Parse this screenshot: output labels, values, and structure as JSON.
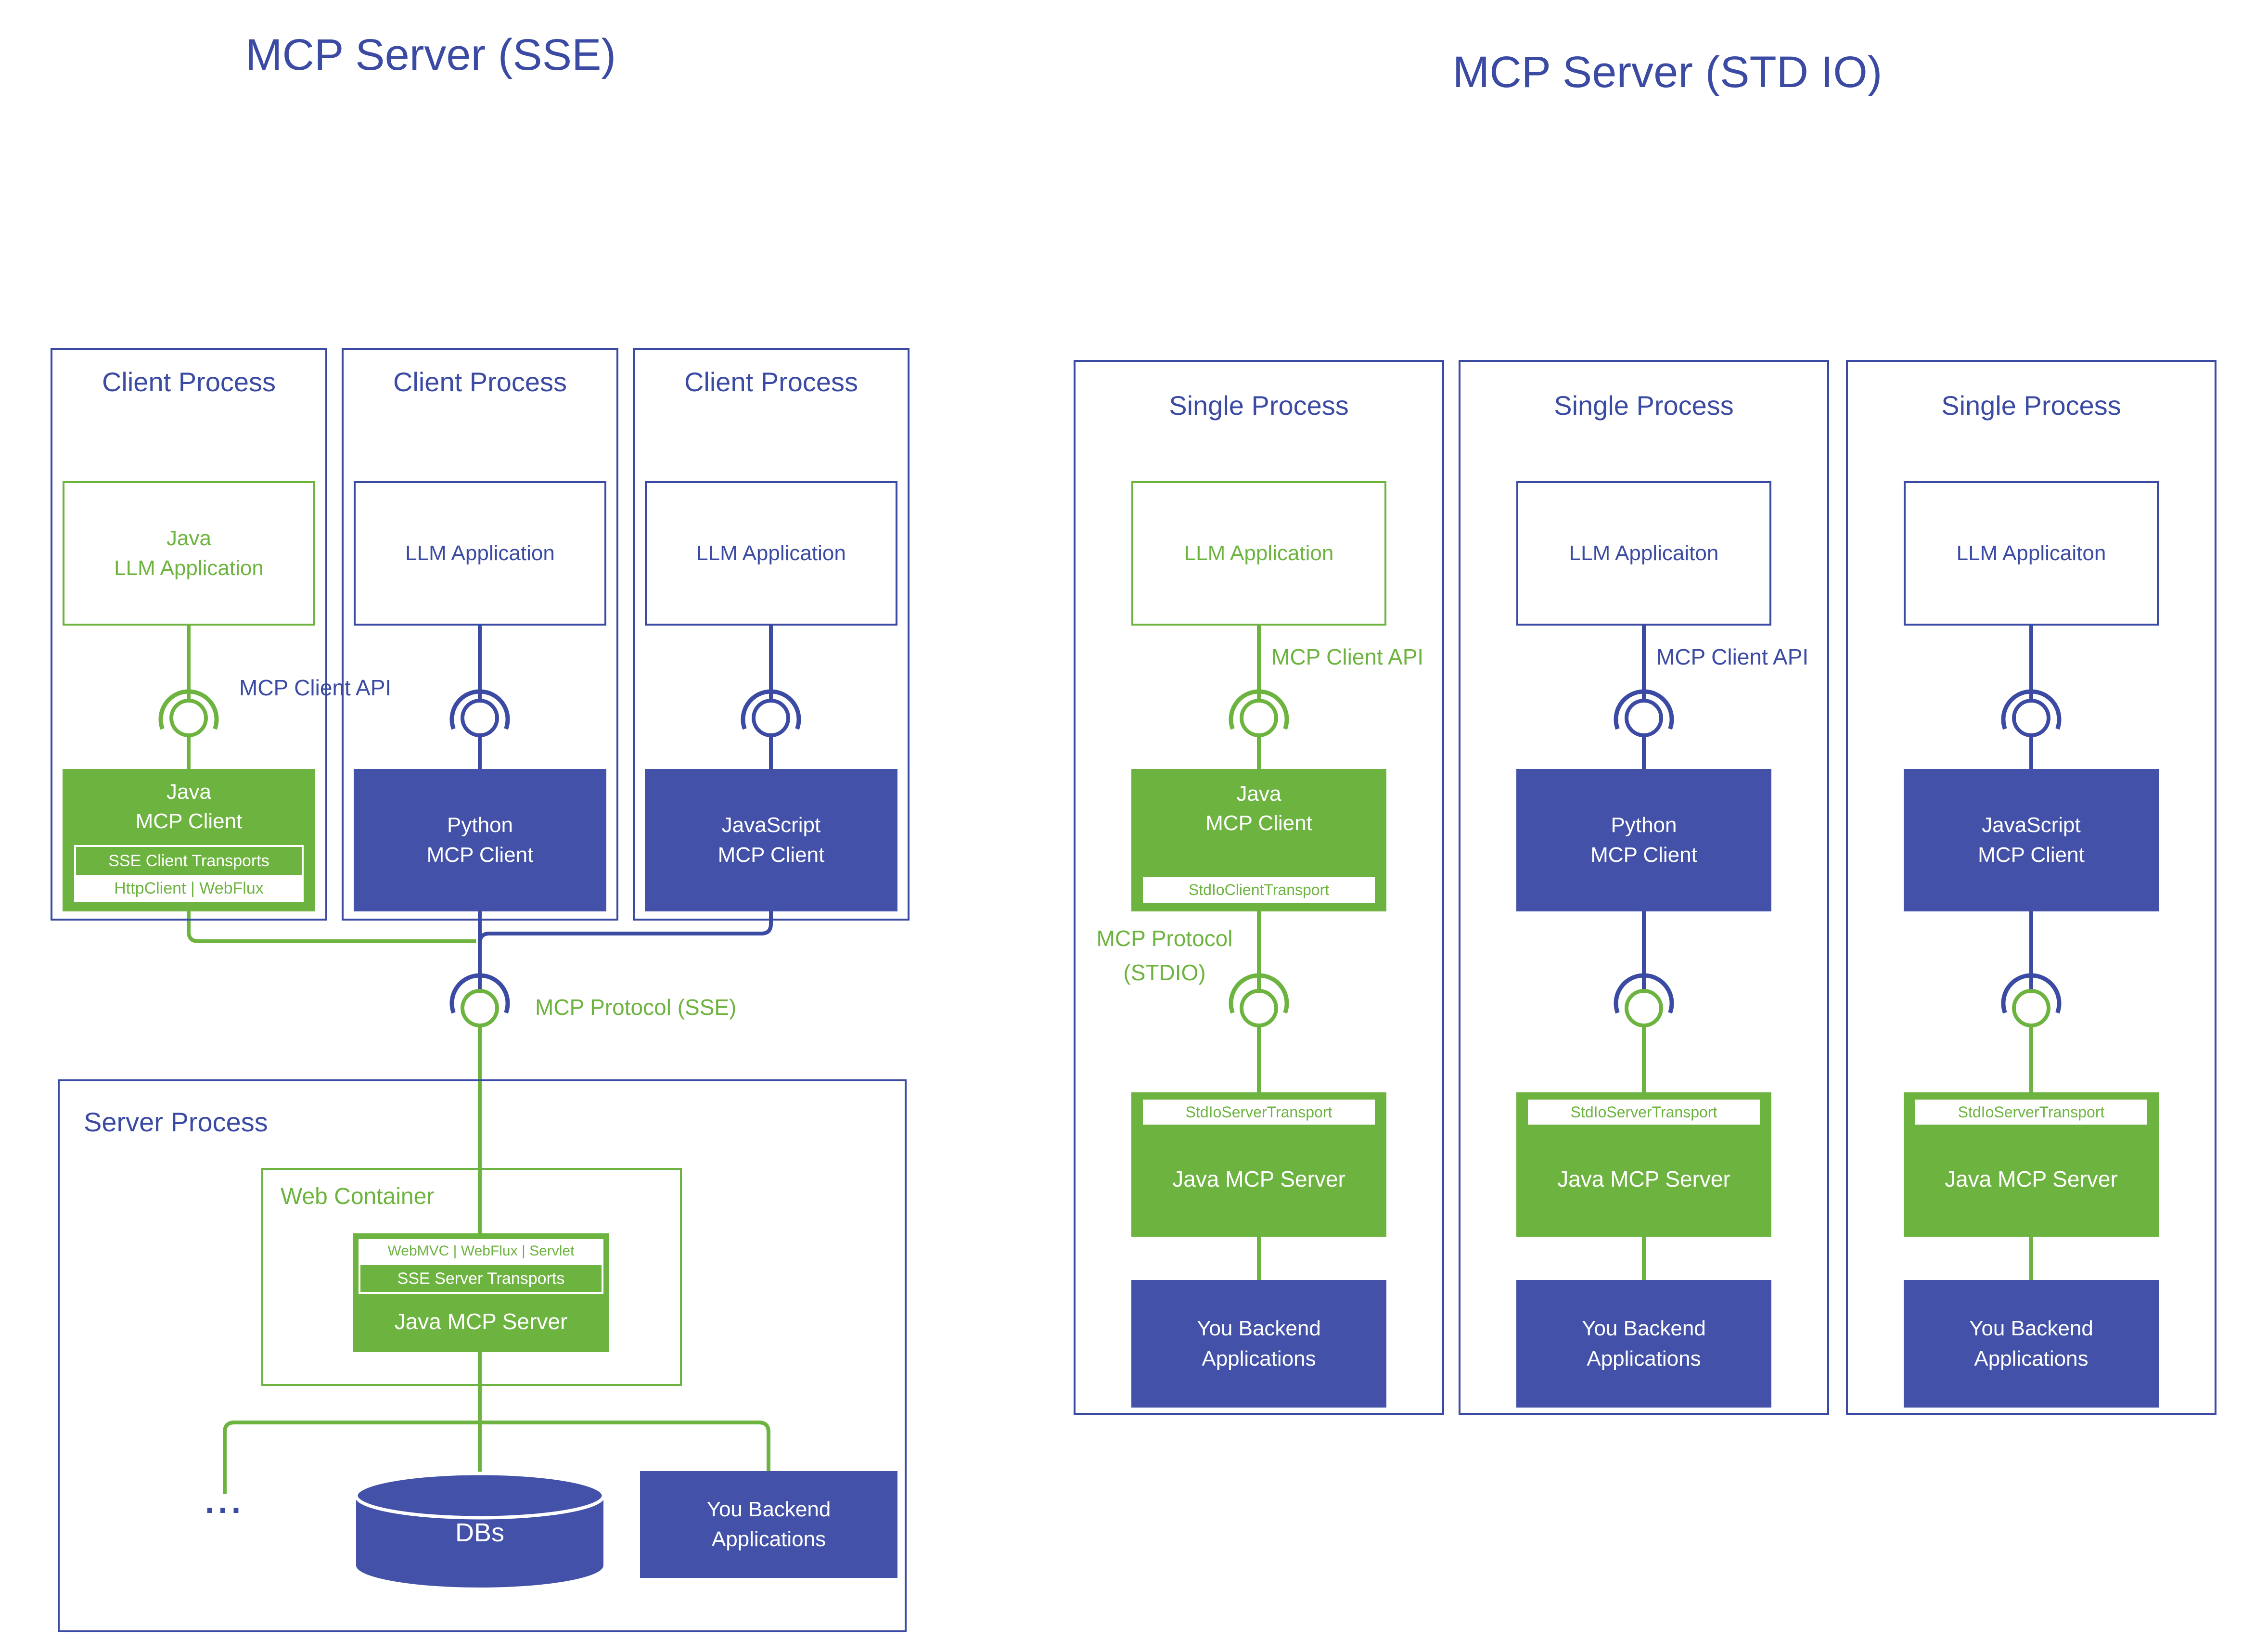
{
  "colors": {
    "green": "#6db33f",
    "blue_fill": "#4352a8",
    "blue_line": "#3b4ba3",
    "white": "#ffffff"
  },
  "sse": {
    "title": "MCP Server (SSE)",
    "client_api_label": "MCP Client API",
    "protocol_label": "MCP Protocol (SSE)",
    "clients": [
      {
        "title": "Client Process",
        "app_line1": "Java",
        "app_line2": "LLM Application",
        "client_line1": "Java",
        "client_line2": "MCP Client",
        "bar1": "SSE Client Transports",
        "bar2": "HttpClient | WebFlux"
      },
      {
        "title": "Client Process",
        "app": "LLM Application",
        "client_line1": "Python",
        "client_line2": "MCP Client"
      },
      {
        "title": "Client Process",
        "app": "LLM Application",
        "client_line1": "JavaScript",
        "client_line2": "MCP Client"
      }
    ],
    "server_process_label": "Server Process",
    "web_container_label": "Web Container",
    "server_box": {
      "bar1": "WebMVC | WebFlux | Servlet",
      "bar2": "SSE Server Transports",
      "title": "Java MCP Server"
    },
    "ellipsis": "...",
    "dbs_label": "DBs",
    "backend_line1": "You Backend",
    "backend_line2": "Applications"
  },
  "stdio": {
    "title": "MCP Server (STD IO)",
    "client_api_label": "MCP Client API",
    "protocol_line1": "MCP Protocol",
    "protocol_line2": "(STDIO)",
    "columns": [
      {
        "title": "Single Process",
        "app": "LLM Application",
        "client_line1": "Java",
        "client_line2": "MCP Client",
        "client_bar": "StdIoClientTransport",
        "server_bar": "StdIoServerTransport",
        "server": "Java MCP Server",
        "backend_line1": "You Backend",
        "backend_line2": "Applications"
      },
      {
        "title": "Single Process",
        "app": "LLM Applicaiton",
        "client_line1": "Python",
        "client_line2": "MCP Client",
        "server_bar": "StdIoServerTransport",
        "server": "Java MCP Server",
        "backend_line1": "You Backend",
        "backend_line2": "Applications"
      },
      {
        "title": "Single Process",
        "app": "LLM Applicaiton",
        "client_line1": "JavaScript",
        "client_line2": "MCP Client",
        "server_bar": "StdIoServerTransport",
        "server": "Java MCP Server",
        "backend_line1": "You Backend",
        "backend_line2": "Applications"
      }
    ]
  }
}
